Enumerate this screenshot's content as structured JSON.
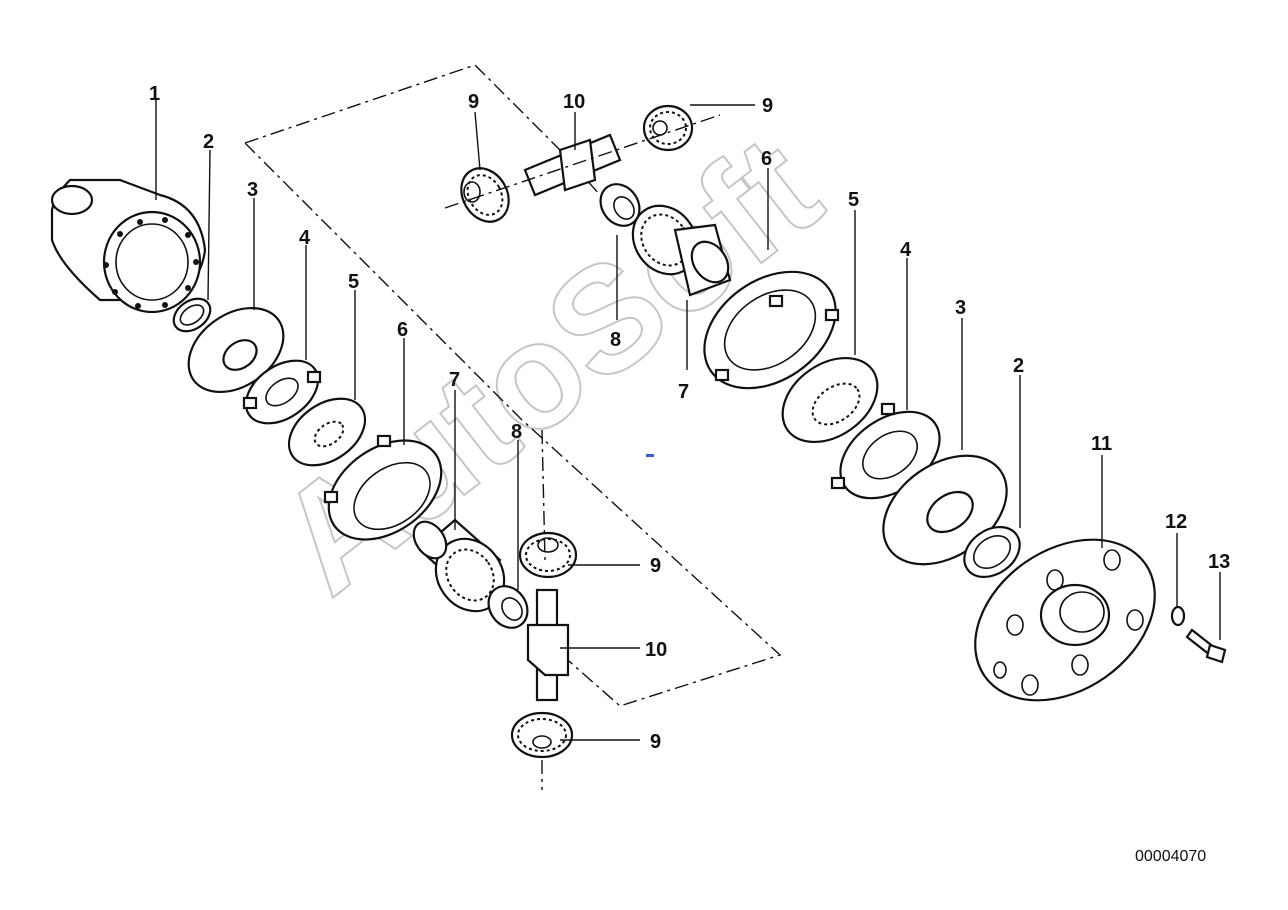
{
  "diagram": {
    "callouts": {
      "c1": "1",
      "c2_left": "2",
      "c3_left": "3",
      "c4_left": "4",
      "c5_left": "5",
      "c6_left": "6",
      "c7_left": "7",
      "c8_left": "8",
      "c9_lower_a": "9",
      "c10_lower": "10",
      "c9_lower_b": "9",
      "c9_top_left": "9",
      "c10_top": "10",
      "c9_top_right": "9",
      "c6_right": "6",
      "c5_right": "5",
      "c4_right": "4",
      "c3_right": "3",
      "c2_right": "2",
      "c8_right": "8",
      "c7_right": "7",
      "c11": "11",
      "c12": "12",
      "c13": "13"
    },
    "watermark": "AutoSoft",
    "doc_code": "00004070"
  }
}
